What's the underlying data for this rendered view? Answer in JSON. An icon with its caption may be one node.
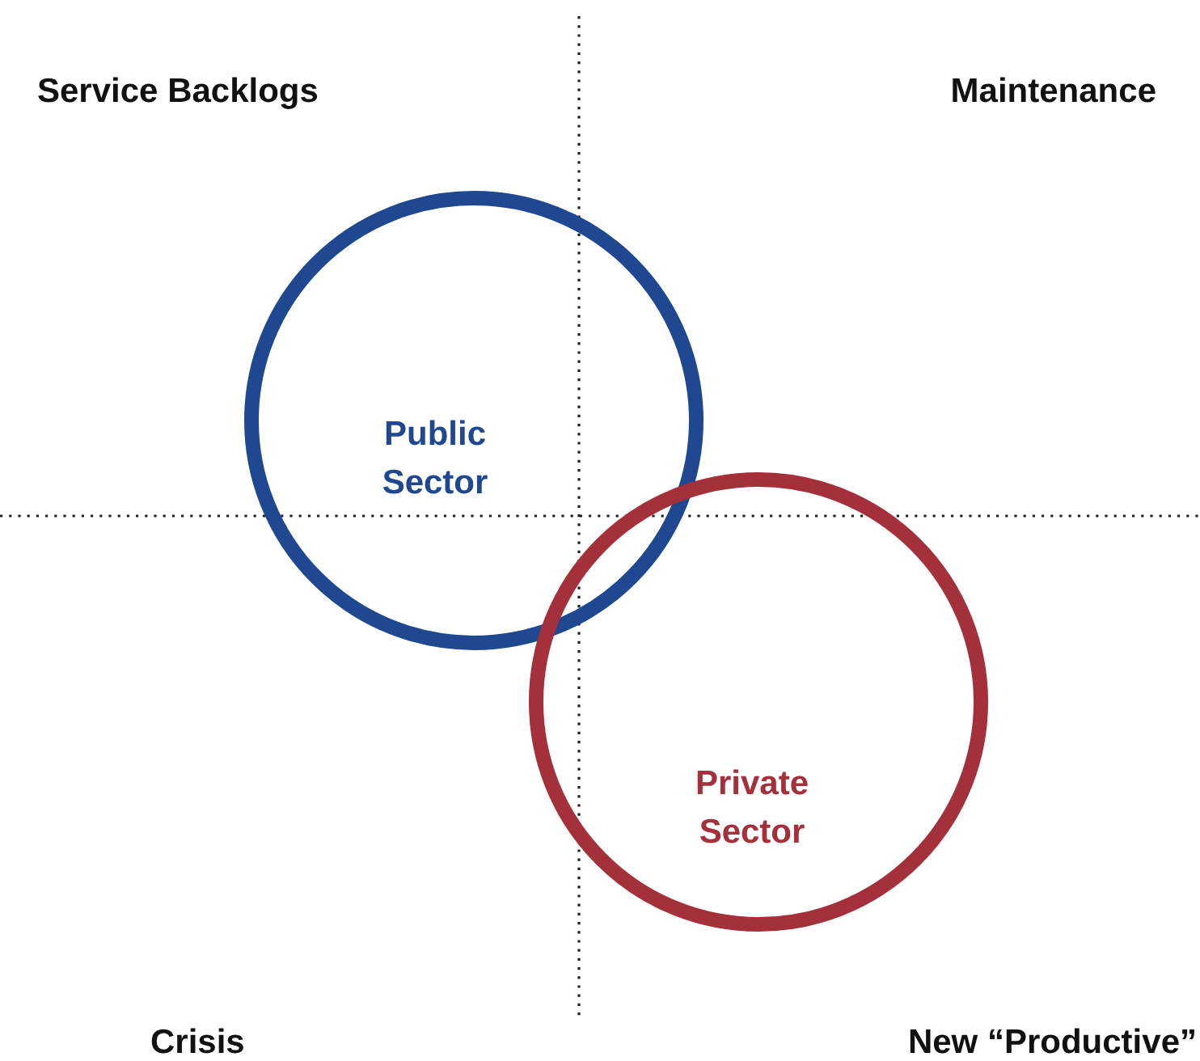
{
  "diagram": {
    "nodes": [
      {
        "text": [
          "Public Sector"
        ]
      },
      {
        "text": [
          "Private Sector"
        ]
      }
    ],
    "labels": [
      "Service Backlogs",
      "Maintenance",
      "Crisis",
      "New “Productive”"
    ]
  }
}
